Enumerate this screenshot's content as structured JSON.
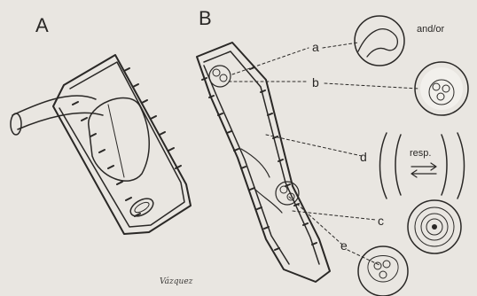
{
  "panels": {
    "a_letter": "A",
    "b_letter": "B"
  },
  "callouts": {
    "a": "a",
    "b": "b",
    "c": "c",
    "d": "d",
    "e": "e"
  },
  "annotations": {
    "and_or": "and/or",
    "resp": "resp."
  },
  "signature": "Vázquez"
}
